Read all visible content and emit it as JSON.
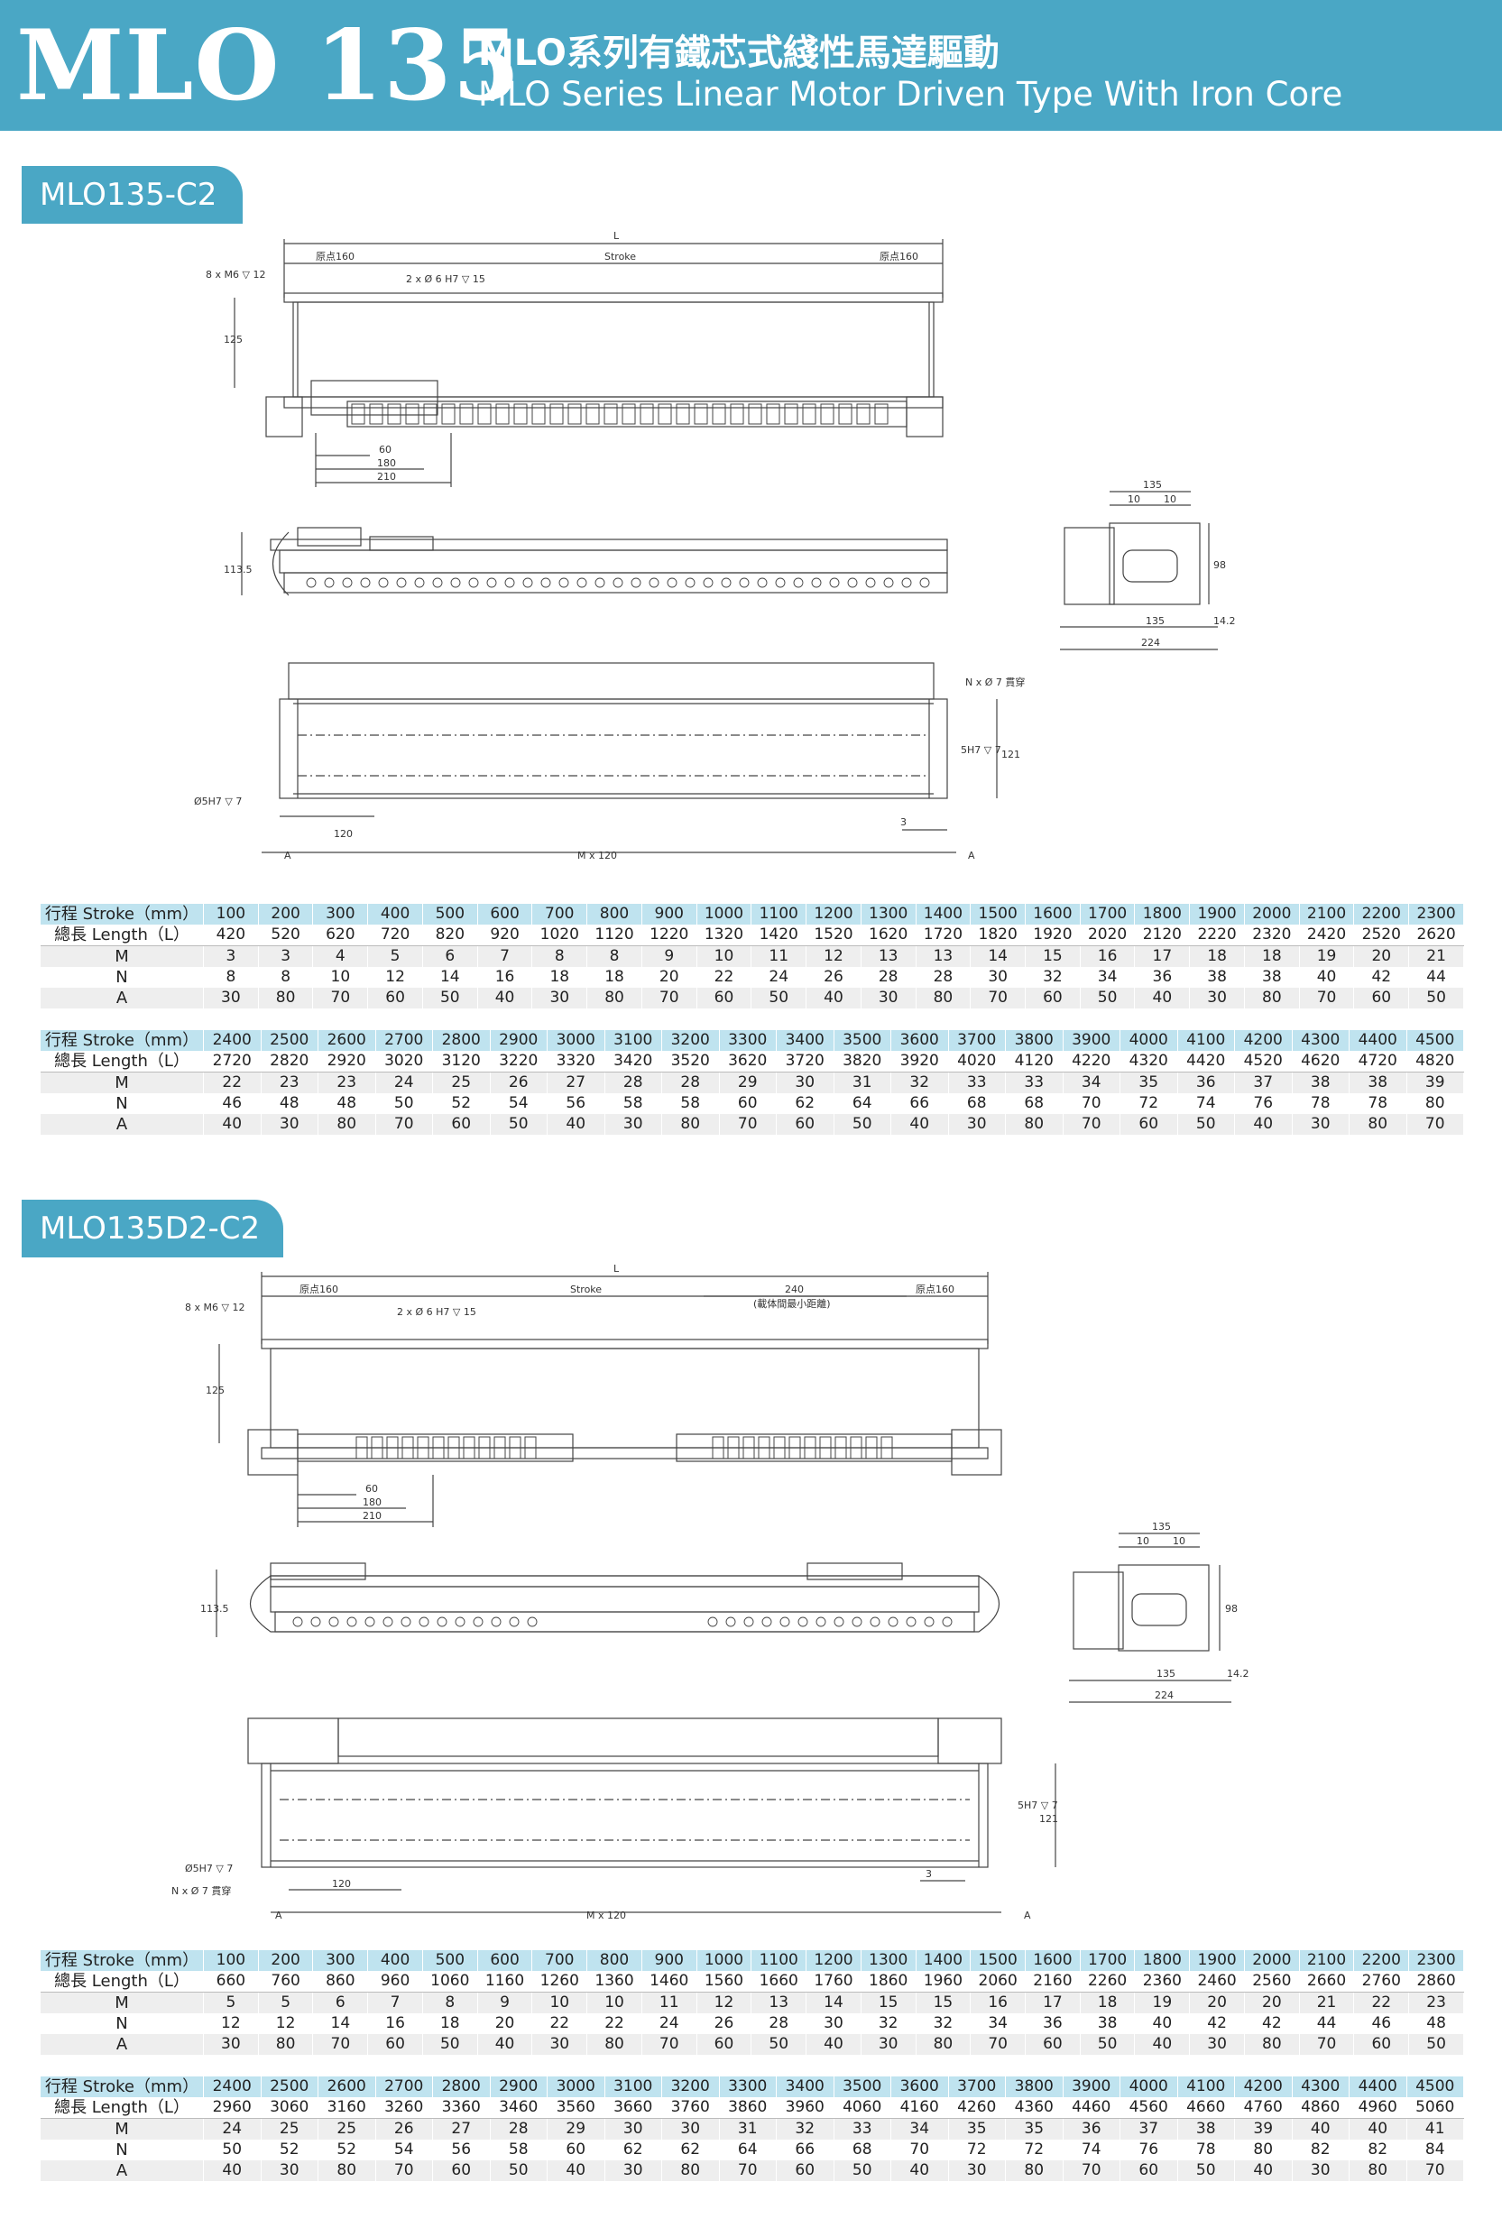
{
  "header": {
    "model": "MLO 135",
    "title_cn": "MLO系列有鐵芯式綫性馬達驅動",
    "title_en": "MLO Series Linear Motor Driven Type With Iron Core"
  },
  "row_labels": {
    "stroke": "行程 Stroke（mm）",
    "length": "總長 Length（L）",
    "m": "M",
    "n": "N",
    "a": "A"
  },
  "sections": [
    {
      "tag": "MLO135-C2",
      "drawing_labels": {
        "L": "L",
        "stroke": "Stroke",
        "origin_left": "原点160",
        "origin_right": "原点160",
        "holes_top": "8 x  M6 ▽ 12",
        "pin_holes": "2 x Ø 6 H7 ▽ 15",
        "d60": "60",
        "d180": "180",
        "d210": "210",
        "h125": "125",
        "h1135": "113.5",
        "e135": "135",
        "e10a": "10",
        "e10b": "10",
        "e135b": "135",
        "e142": "14.2",
        "e224": "224",
        "e98": "98",
        "thru": "N x Ø 7 貫穿",
        "pin5": "Ø5H7 ▽ 7",
        "pin5v": "5H7 ▽ 7",
        "d120": "120",
        "d121": "121",
        "d3": "3",
        "mx120": "M x 120",
        "a_left": "A",
        "a_right": "A"
      },
      "tables": [
        {
          "stroke": [
            "100",
            "200",
            "300",
            "400",
            "500",
            "600",
            "700",
            "800",
            "900",
            "1000",
            "1100",
            "1200",
            "1300",
            "1400",
            "1500",
            "1600",
            "1700",
            "1800",
            "1900",
            "2000",
            "2100",
            "2200",
            "2300"
          ],
          "length": [
            "420",
            "520",
            "620",
            "720",
            "820",
            "920",
            "1020",
            "1120",
            "1220",
            "1320",
            "1420",
            "1520",
            "1620",
            "1720",
            "1820",
            "1920",
            "2020",
            "2120",
            "2220",
            "2320",
            "2420",
            "2520",
            "2620"
          ],
          "m": [
            "3",
            "3",
            "4",
            "5",
            "6",
            "7",
            "8",
            "8",
            "9",
            "10",
            "11",
            "12",
            "13",
            "13",
            "14",
            "15",
            "16",
            "17",
            "18",
            "18",
            "19",
            "20",
            "21"
          ],
          "n": [
            "8",
            "8",
            "10",
            "12",
            "14",
            "16",
            "18",
            "18",
            "20",
            "22",
            "24",
            "26",
            "28",
            "28",
            "30",
            "32",
            "34",
            "36",
            "38",
            "38",
            "40",
            "42",
            "44"
          ],
          "a": [
            "30",
            "80",
            "70",
            "60",
            "50",
            "40",
            "30",
            "80",
            "70",
            "60",
            "50",
            "40",
            "30",
            "80",
            "70",
            "60",
            "50",
            "40",
            "30",
            "80",
            "70",
            "60",
            "50"
          ]
        },
        {
          "stroke": [
            "2400",
            "2500",
            "2600",
            "2700",
            "2800",
            "2900",
            "3000",
            "3100",
            "3200",
            "3300",
            "3400",
            "3500",
            "3600",
            "3700",
            "3800",
            "3900",
            "4000",
            "4100",
            "4200",
            "4300",
            "4400",
            "4500"
          ],
          "length": [
            "2720",
            "2820",
            "2920",
            "3020",
            "3120",
            "3220",
            "3320",
            "3420",
            "3520",
            "3620",
            "3720",
            "3820",
            "3920",
            "4020",
            "4120",
            "4220",
            "4320",
            "4420",
            "4520",
            "4620",
            "4720",
            "4820"
          ],
          "m": [
            "22",
            "23",
            "23",
            "24",
            "25",
            "26",
            "27",
            "28",
            "28",
            "29",
            "30",
            "31",
            "32",
            "33",
            "33",
            "34",
            "35",
            "36",
            "37",
            "38",
            "38",
            "39"
          ],
          "n": [
            "46",
            "48",
            "48",
            "50",
            "52",
            "54",
            "56",
            "58",
            "58",
            "60",
            "62",
            "64",
            "66",
            "68",
            "68",
            "70",
            "72",
            "74",
            "76",
            "78",
            "78",
            "80"
          ],
          "a": [
            "40",
            "30",
            "80",
            "70",
            "60",
            "50",
            "40",
            "30",
            "80",
            "70",
            "60",
            "50",
            "40",
            "30",
            "80",
            "70",
            "60",
            "50",
            "40",
            "30",
            "80",
            "70"
          ]
        }
      ]
    },
    {
      "tag": "MLO135D2-C2",
      "drawing_labels": {
        "L": "L",
        "stroke": "Stroke",
        "origin_left": "原点160",
        "origin_right": "原点160",
        "d240": "240",
        "min_dist": "(載体間最小距離)",
        "holes_top": "8 x  M6 ▽ 12",
        "pin_holes": "2 x Ø 6 H7 ▽ 15",
        "d60": "60",
        "d180": "180",
        "d210": "210",
        "h125": "125",
        "h1135": "113.5",
        "e135": "135",
        "e10a": "10",
        "e10b": "10",
        "e135b": "135",
        "e142": "14.2",
        "e224": "224",
        "e98": "98",
        "thru": "N x Ø 7 貫穿",
        "pin5": "Ø5H7 ▽ 7",
        "pin5v": "5H7 ▽ 7",
        "d120": "120",
        "d121": "121",
        "d3": "3",
        "mx120": "M x 120",
        "a_left": "A",
        "a_right": "A"
      },
      "tables": [
        {
          "stroke": [
            "100",
            "200",
            "300",
            "400",
            "500",
            "600",
            "700",
            "800",
            "900",
            "1000",
            "1100",
            "1200",
            "1300",
            "1400",
            "1500",
            "1600",
            "1700",
            "1800",
            "1900",
            "2000",
            "2100",
            "2200",
            "2300"
          ],
          "length": [
            "660",
            "760",
            "860",
            "960",
            "1060",
            "1160",
            "1260",
            "1360",
            "1460",
            "1560",
            "1660",
            "1760",
            "1860",
            "1960",
            "2060",
            "2160",
            "2260",
            "2360",
            "2460",
            "2560",
            "2660",
            "2760",
            "2860"
          ],
          "m": [
            "5",
            "5",
            "6",
            "7",
            "8",
            "9",
            "10",
            "10",
            "11",
            "12",
            "13",
            "14",
            "15",
            "15",
            "16",
            "17",
            "18",
            "19",
            "20",
            "20",
            "21",
            "22",
            "23"
          ],
          "n": [
            "12",
            "12",
            "14",
            "16",
            "18",
            "20",
            "22",
            "22",
            "24",
            "26",
            "28",
            "30",
            "32",
            "32",
            "34",
            "36",
            "38",
            "40",
            "42",
            "42",
            "44",
            "46",
            "48"
          ],
          "a": [
            "30",
            "80",
            "70",
            "60",
            "50",
            "40",
            "30",
            "80",
            "70",
            "60",
            "50",
            "40",
            "30",
            "80",
            "70",
            "60",
            "50",
            "40",
            "30",
            "80",
            "70",
            "60",
            "50"
          ]
        },
        {
          "stroke": [
            "2400",
            "2500",
            "2600",
            "2700",
            "2800",
            "2900",
            "3000",
            "3100",
            "3200",
            "3300",
            "3400",
            "3500",
            "3600",
            "3700",
            "3800",
            "3900",
            "4000",
            "4100",
            "4200",
            "4300",
            "4400",
            "4500"
          ],
          "length": [
            "2960",
            "3060",
            "3160",
            "3260",
            "3360",
            "3460",
            "3560",
            "3660",
            "3760",
            "3860",
            "3960",
            "4060",
            "4160",
            "4260",
            "4360",
            "4460",
            "4560",
            "4660",
            "4760",
            "4860",
            "4960",
            "5060"
          ],
          "m": [
            "24",
            "25",
            "25",
            "26",
            "27",
            "28",
            "29",
            "30",
            "30",
            "31",
            "32",
            "33",
            "34",
            "35",
            "35",
            "36",
            "37",
            "38",
            "39",
            "40",
            "40",
            "41"
          ],
          "n": [
            "50",
            "52",
            "52",
            "54",
            "56",
            "58",
            "60",
            "62",
            "62",
            "64",
            "66",
            "68",
            "70",
            "72",
            "72",
            "74",
            "76",
            "78",
            "80",
            "82",
            "82",
            "84"
          ],
          "a": [
            "40",
            "30",
            "80",
            "70",
            "60",
            "50",
            "40",
            "30",
            "80",
            "70",
            "60",
            "50",
            "40",
            "30",
            "80",
            "70",
            "60",
            "50",
            "40",
            "30",
            "80",
            "70"
          ]
        }
      ]
    }
  ],
  "colors": {
    "accent": "#4aa7c5",
    "table_header": "#bfe3ef",
    "table_shade": "#eeeeee"
  }
}
